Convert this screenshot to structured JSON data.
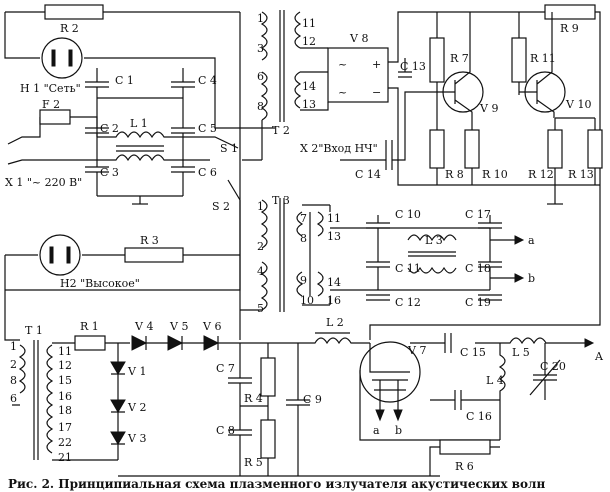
{
  "caption": "Рис. 2. Принципиальная схема плазменного излучателя акустических волн",
  "labels": {
    "R2": "R 2",
    "H1": "Н 1 \"Сеть\"",
    "C1": "C 1",
    "C4": "C 4",
    "F2": "F 2",
    "C2": "C 2",
    "L1": "L 1",
    "C5": "C 5",
    "X1": "X 1 \"~ 220 В\"",
    "C3": "C 3",
    "C6": "C 6",
    "S1": "S 1",
    "S2": "S 2",
    "H2": "Н2 \"Высокое\"",
    "R3": "R 3",
    "T1": "T 1",
    "T2": "T 2",
    "T3": "T 3",
    "V8": "V 8",
    "C13": "C 13",
    "R7": "R 7",
    "R11": "R 11",
    "R9": "R 9",
    "V9": "V 9",
    "V10": "V 10",
    "X2": "X 2\"Вход НЧ\"",
    "C14": "C 14",
    "R8": "R 8",
    "R10": "R 10",
    "R12": "R 12",
    "R13": "R 13",
    "C10": "C 10",
    "C17": "C 17",
    "L3": "L 3",
    "C11": "C 11",
    "C18": "C 18",
    "C12": "C 12",
    "C19": "C 19",
    "a": "a",
    "b": "b",
    "R1": "R 1",
    "V4": "V 4",
    "V5": "V 5",
    "V6": "V 6",
    "V1": "V 1",
    "V2": "V 2",
    "V3": "V 3",
    "C7": "C 7",
    "R4": "R 4",
    "C8": "C 8",
    "R5": "R 5",
    "C9": "C 9",
    "L2": "L 2",
    "V7": "V 7",
    "C15": "C 15",
    "L5": "L 5",
    "C20": "C 20",
    "A": "A",
    "L4": "L 4",
    "C16": "C 16",
    "R6": "R 6",
    "plus": "+",
    "minus": "−",
    "tilde": "~"
  },
  "pins": {
    "t2_1": "1",
    "t2_3": "3",
    "t2_6": "6",
    "t2_8": "8",
    "t2_11": "11",
    "t2_12": "12",
    "t2_14": "14",
    "t2_13": "13",
    "t3_1": "1",
    "t3_2": "2",
    "t3_4": "4",
    "t3_5": "5",
    "t3_7": "7",
    "t3_8": "8",
    "t3_9": "9",
    "t3_10": "10",
    "t3_11": "11",
    "t3_13": "13",
    "t3_14": "14",
    "t3_16": "16",
    "t1_1": "1",
    "t1_2": "2",
    "t1_8": "8",
    "t1_6": "6",
    "t1_11": "11",
    "t1_12": "12",
    "t1_15": "15",
    "t1_16": "16",
    "t1_18": "18",
    "t1_17": "17",
    "t1_22": "22",
    "t1_21": "21"
  }
}
